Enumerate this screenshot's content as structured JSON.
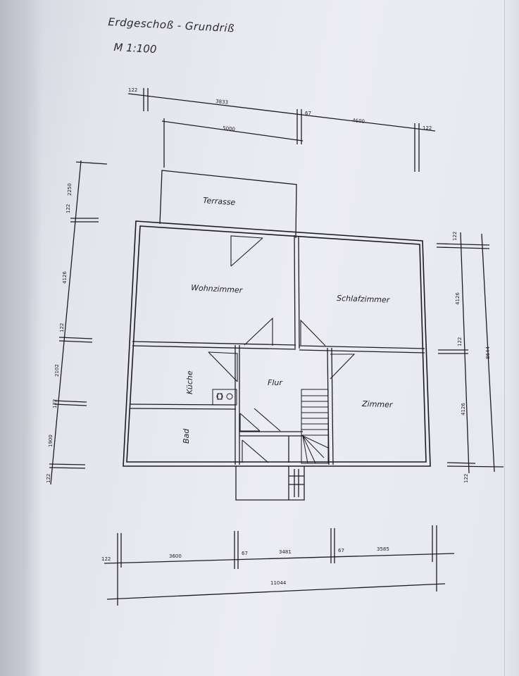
{
  "header": {
    "title": "Erdgeschoß - Grundriß",
    "scale": "M 1:100"
  },
  "rooms": {
    "terrace": "Terrasse",
    "living": "Wohnzimmer",
    "bedroom": "Schlafzimmer",
    "kitchen": "Küche",
    "hall": "Flur",
    "room": "Zimmer",
    "bath": "Bad"
  },
  "dimensions": {
    "top": {
      "wall_left": "122",
      "span_left": "3833",
      "wall_mid": "67",
      "span_right": "4600",
      "wall_right": "122",
      "terrace": "5000"
    },
    "left": {
      "terrace": "2250",
      "wall_1": "122",
      "span_1": "4126",
      "wall_2": "122",
      "span_2": "2102",
      "wall_3": "122",
      "span_3": "1900",
      "wall_4": "122"
    },
    "right": {
      "wall_1": "122",
      "span_1": "4126",
      "wall_2": "122",
      "span_2": "4126",
      "wall_3": "122",
      "total": "8644"
    },
    "bottom": {
      "wall_left": "122",
      "span_1": "3600",
      "wall_2": "67",
      "span_2": "3481",
      "wall_3": "67",
      "span_3": "3585",
      "total": "11044"
    }
  }
}
